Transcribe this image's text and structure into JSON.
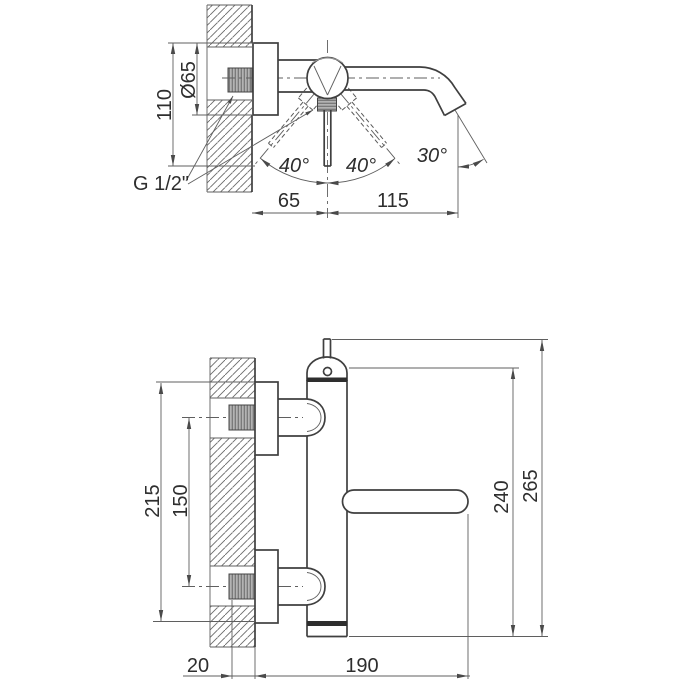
{
  "drawing_type": "faucet installation dimension drawing",
  "colors": {
    "background": "#ffffff",
    "outline": "#3f3f3f",
    "dimension_lines": "#5f5f5f",
    "thread_fill": "#b3b3b3",
    "text": "#2e2e2e"
  },
  "views": {
    "side": {
      "labels": {
        "height": "110",
        "flange_diameter": "Ø65",
        "thread_size": "G 1/2\"",
        "handle_swing_left": "40°",
        "handle_swing_right": "40°",
        "spout_angle": "30°",
        "wall_to_handle": "65",
        "handle_to_spout": "115"
      }
    },
    "front": {
      "labels": {
        "flange_span": "215",
        "inlet_centers": "150",
        "body_length": "240",
        "overall_length": "265",
        "wall_depth": "20",
        "spout_reach": "190"
      }
    }
  }
}
